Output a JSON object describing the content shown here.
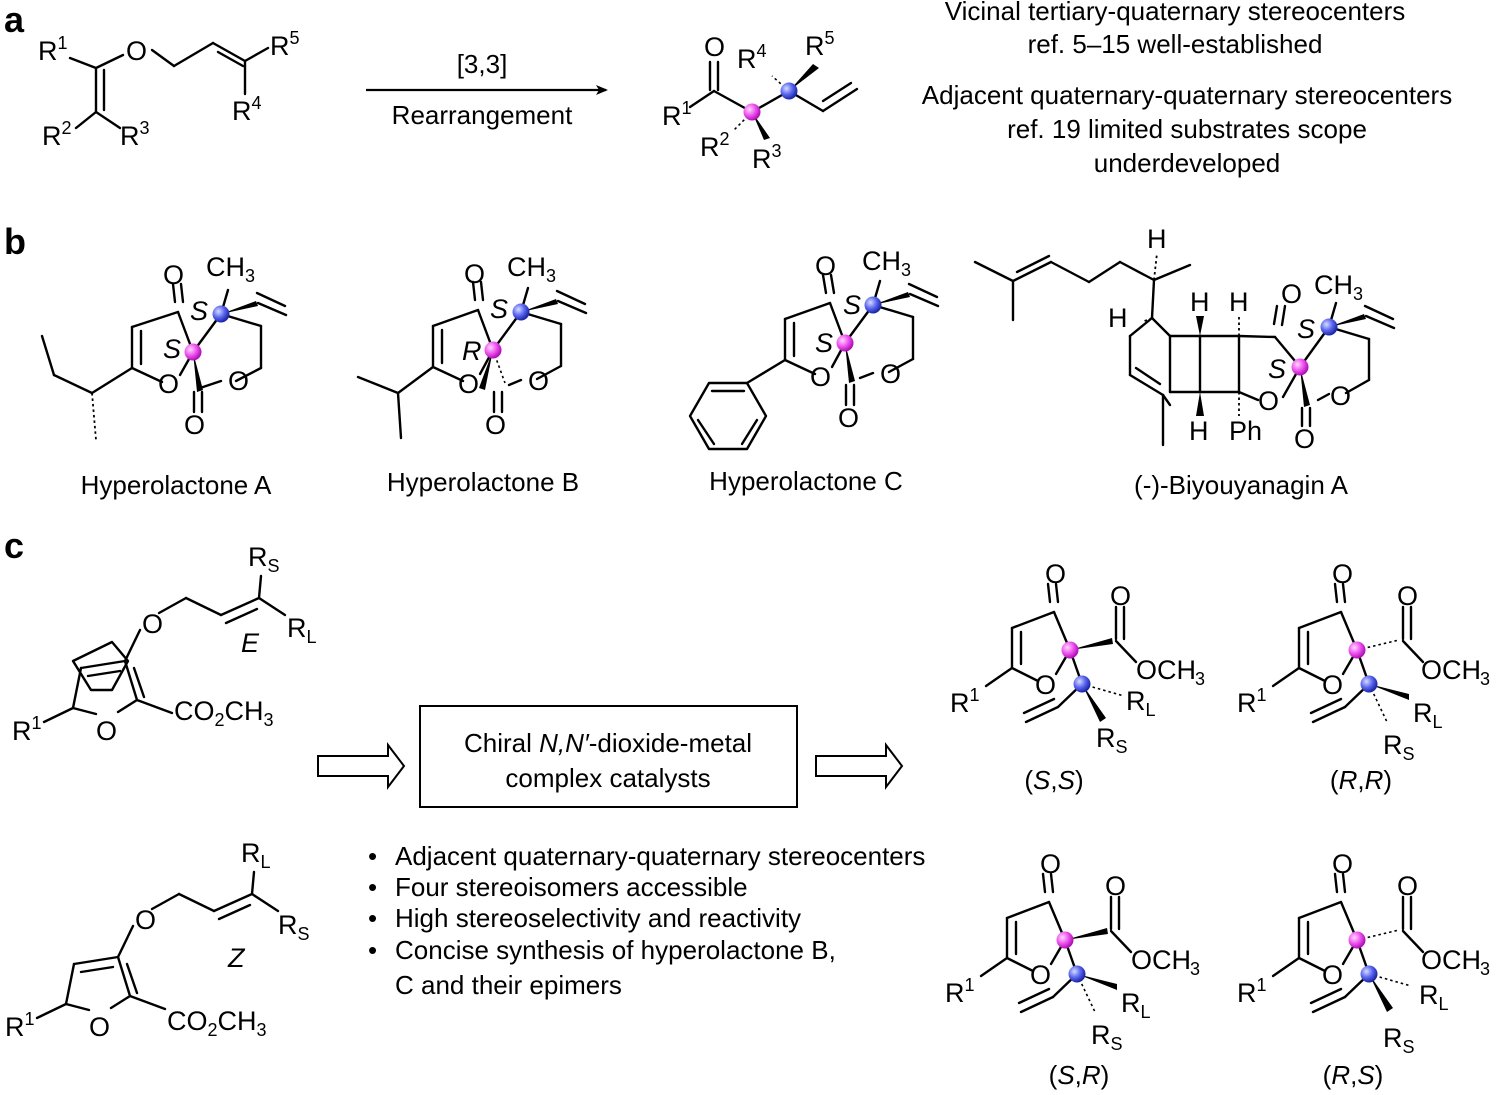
{
  "panels": {
    "a": {
      "letter": "a",
      "reactant": {
        "O": "O",
        "R1": "R",
        "R1_sup": "1",
        "R2": "R",
        "R2_sup": "2",
        "R3": "R",
        "R3_sup": "3",
        "R4": "R",
        "R4_sup": "4",
        "R5": "R",
        "R5_sup": "5"
      },
      "arrow_top": "[3,3]",
      "arrow_bottom": "Rearrangement",
      "product": {
        "O": "O",
        "R1": "R",
        "R1_sup": "1",
        "R2": "R",
        "R2_sup": "2",
        "R3": "R",
        "R3_sup": "3",
        "R4": "R",
        "R4_sup": "4",
        "R5": "R",
        "R5_sup": "5"
      },
      "notes": [
        "Vicinal tertiary-quaternary stereocenters",
        "ref. 5–15 well-established",
        "Adjacent quaternary-quaternary stereocenters",
        "ref. 19 limited substrates scope",
        "underdeveloped"
      ]
    },
    "b": {
      "letter": "b",
      "atoms": {
        "O": "O",
        "S": "S",
        "R": "R",
        "H": "H",
        "Ph": "Ph",
        "CH": "CH",
        "three": "3"
      },
      "compounds": [
        "Hyperolactone A",
        "Hyperolactone B",
        "Hyperolactone C",
        "(-)-Biyouyanagin A"
      ]
    },
    "c": {
      "letter": "c",
      "atoms": {
        "O": "O",
        "R": "R",
        "one": "1",
        "S_sub": "S",
        "L_sub": "L",
        "CO": "CO",
        "two": "2",
        "CH": "CH",
        "three": "3",
        "OCH": "OCH"
      },
      "geometry_E": "E",
      "geometry_Z": "Z",
      "catalyst_line1_prefix": "Chiral ",
      "catalyst_line1_italic": "N,N′",
      "catalyst_line1_suffix": "-dioxide-metal",
      "catalyst_line2": "complex catalysts",
      "bullets": [
        "Adjacent quaternary-quaternary stereocenters",
        "Four stereoisomers accessible",
        "High stereoselectivity and reactivity",
        "Concise synthesis of hyperolactone B,",
        "C and their epimers"
      ],
      "bullet_glyph": "•",
      "isomers": [
        {
          "a": "S",
          "b": "S"
        },
        {
          "a": "R",
          "b": "R"
        },
        {
          "a": "S",
          "b": "R"
        },
        {
          "a": "R",
          "b": "S"
        }
      ]
    }
  },
  "colors": {
    "quaternary_center": "#e040e8",
    "tertiary_center": "#4050e8",
    "line": "#000000"
  }
}
